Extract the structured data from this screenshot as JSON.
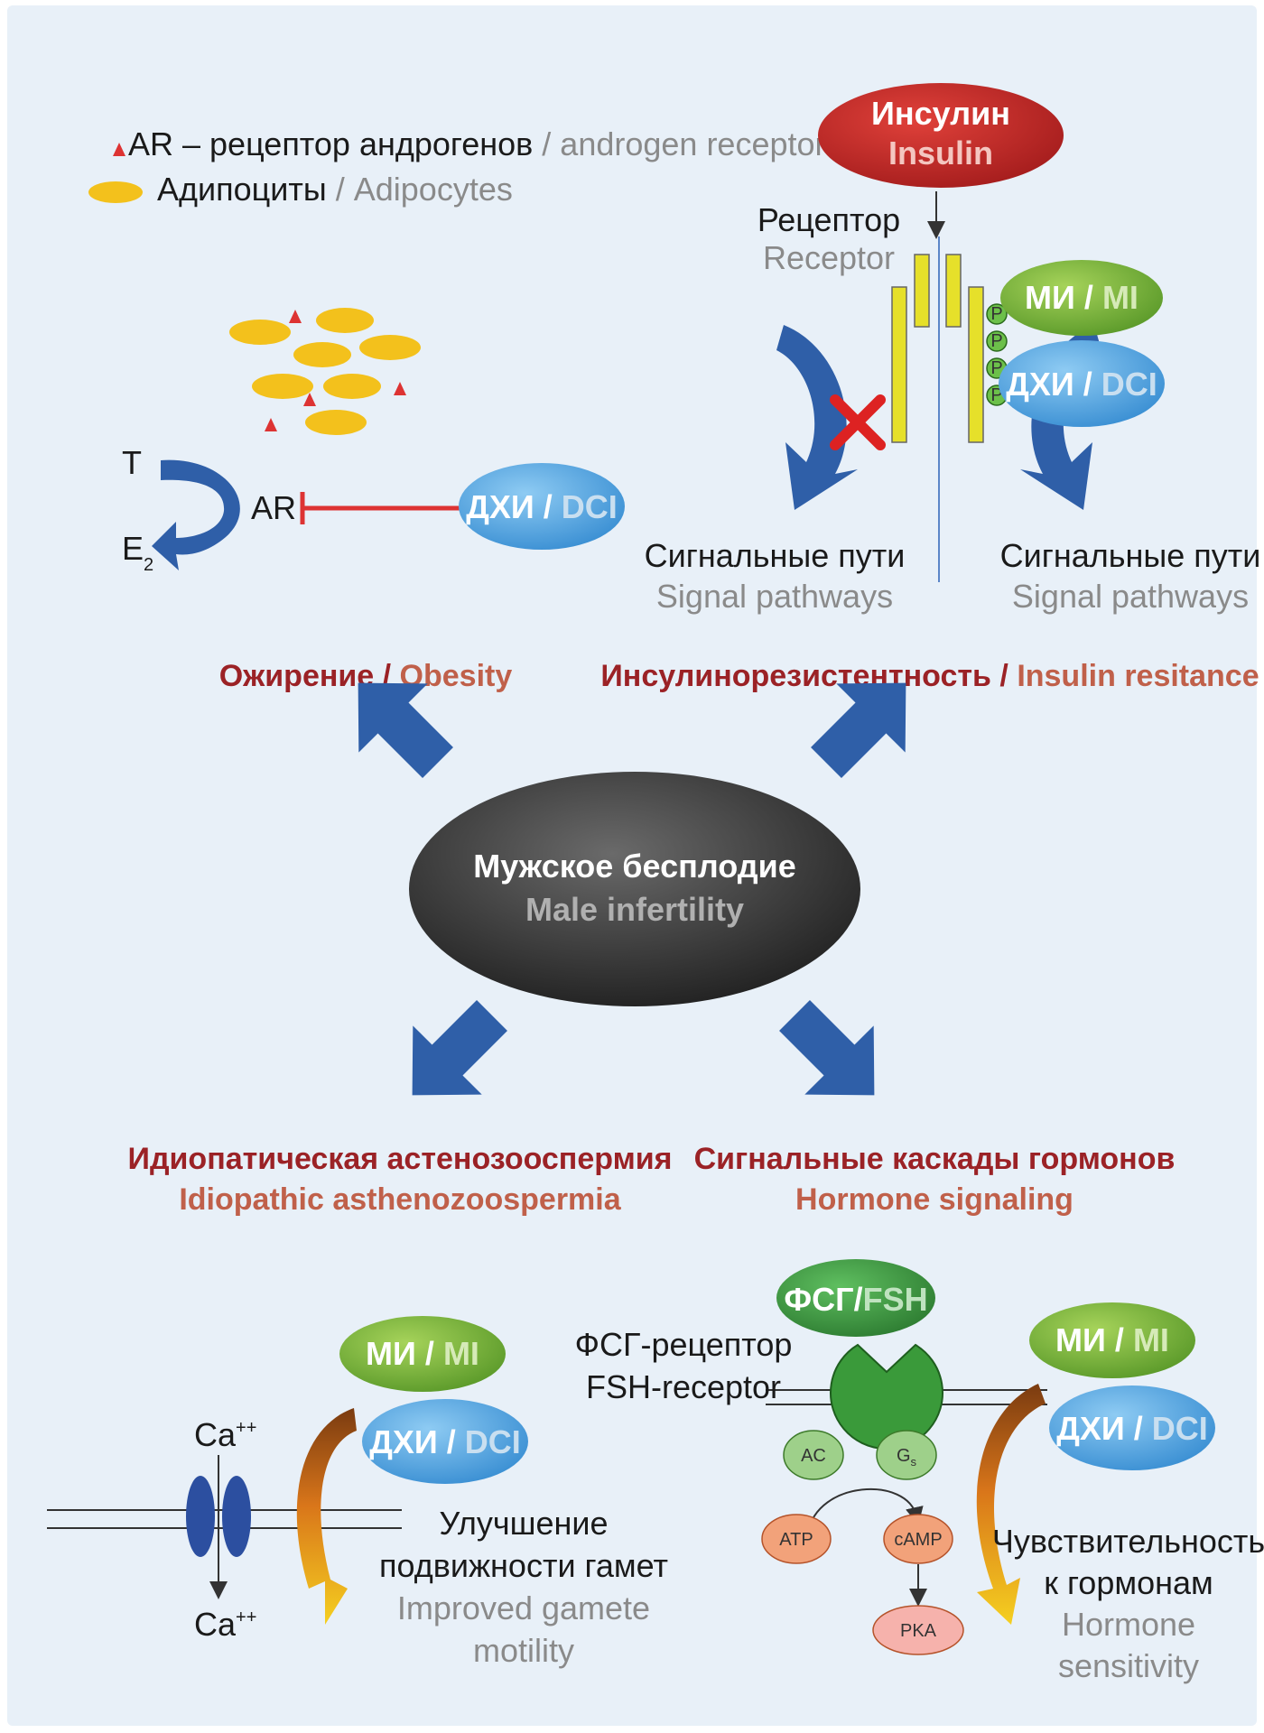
{
  "legend": {
    "ar_ru": "AR – рецептор андрогенов",
    "ar_sep": " / ",
    "ar_en": "androgen receptor",
    "adipo_ru": "Адипоциты",
    "adipo_sep": " / ",
    "adipo_en": "Adipocytes"
  },
  "obesity_panel": {
    "t_label": "T",
    "e2_label": "E",
    "e2_sub": "2",
    "ar_label": "AR",
    "dci_ru": "ДХИ",
    "dci_sep": " / ",
    "dci_en": "DCI"
  },
  "insulin_panel": {
    "insulin_ru": "Инсулин",
    "insulin_en": "Insulin",
    "receptor_ru": "Рецептор",
    "receptor_en": "Receptor",
    "phospho": "P",
    "mi_ru": "МИ",
    "mi_sep": " / ",
    "mi_en": "MI",
    "dci_ru": "ДХИ",
    "dci_sep": " / ",
    "dci_en": "DCI",
    "signal_left_ru": "Сигнальные пути",
    "signal_left_en": "Signal pathways",
    "signal_right_ru": "Сигнальные пути",
    "signal_right_en": "Signal pathways"
  },
  "center": {
    "ru": "Мужское бесплодие",
    "en": "Male infertility"
  },
  "outcomes": {
    "obesity_ru": "Ожирение",
    "obesity_sep": " / ",
    "obesity_en": "Obesity",
    "ir_ru": "Инсулинорезистентность",
    "ir_sep": " / ",
    "ir_en": "Insulin resitance",
    "astheno_ru": "Идиопатическая астенозооспермия",
    "astheno_en": "Idiopathic asthenozoospermia",
    "hormone_ru": "Сигнальные каскады гормонов",
    "hormone_en": "Hormone signaling"
  },
  "motility_panel": {
    "ca_top": "Ca",
    "ca_top_sup": "++",
    "ca_bottom": "Ca",
    "ca_bottom_sup": "++",
    "mi_ru": "МИ",
    "mi_sep": " / ",
    "mi_en": "MI",
    "dci_ru": "ДХИ",
    "dci_sep": " / ",
    "dci_en": "DCI",
    "result_ru_1": "Улучшение",
    "result_ru_2": "подвижности гамет",
    "result_en_1": "Improved gamete",
    "result_en_2": "motility"
  },
  "fsh_panel": {
    "fsh_ru": "ФСГ",
    "fsh_sep": "/",
    "fsh_en": "FSH",
    "receptor_ru": "ФСГ-рецептор",
    "receptor_en": "FSH-receptor",
    "ac": "AC",
    "gs": "G",
    "gs_sub": "s",
    "atp": "ATP",
    "camp": "cAMP",
    "pka": "PKA",
    "mi_ru": "МИ",
    "mi_sep": " / ",
    "mi_en": "MI",
    "dci_ru": "ДХИ",
    "dci_sep": " / ",
    "dci_en": "DCI",
    "result_ru_1": "Чувствительность",
    "result_ru_2": "к гормонам",
    "result_en_1": "Hormone",
    "result_en_2": "sensitivity"
  },
  "colors": {
    "panel_bg": "#e8f0f8",
    "dark_red": "#9b2226",
    "muted_red": "#c0604a",
    "arrow_blue": "#2f5fa8",
    "mi_green": "#7cb342",
    "dci_blue": "#4fa3e0",
    "adipocyte_yellow": "#f3c11c",
    "receptor_yellow": "#e6e02a"
  }
}
